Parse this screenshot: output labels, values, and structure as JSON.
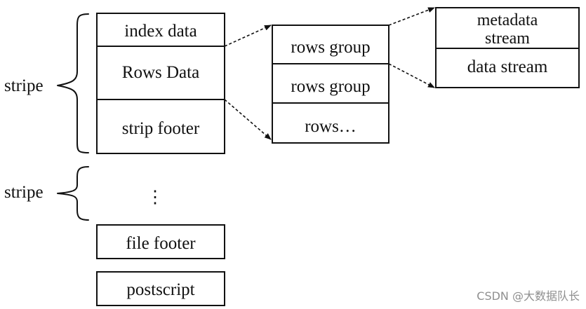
{
  "diagram": {
    "stripe_labels": [
      "stripe",
      "stripe"
    ],
    "stripe_blocks": [
      "index data",
      "Rows Data",
      "strip footer"
    ],
    "row_groups": [
      "rows group",
      "rows group",
      "rows…"
    ],
    "streams": {
      "metadata_line1": "metadata",
      "metadata_line2": "stream",
      "data": "data stream"
    },
    "ellipsis": "⋮",
    "file_footer": "file footer",
    "postscript": "postscript"
  },
  "watermark": "CSDN @大数据队长"
}
